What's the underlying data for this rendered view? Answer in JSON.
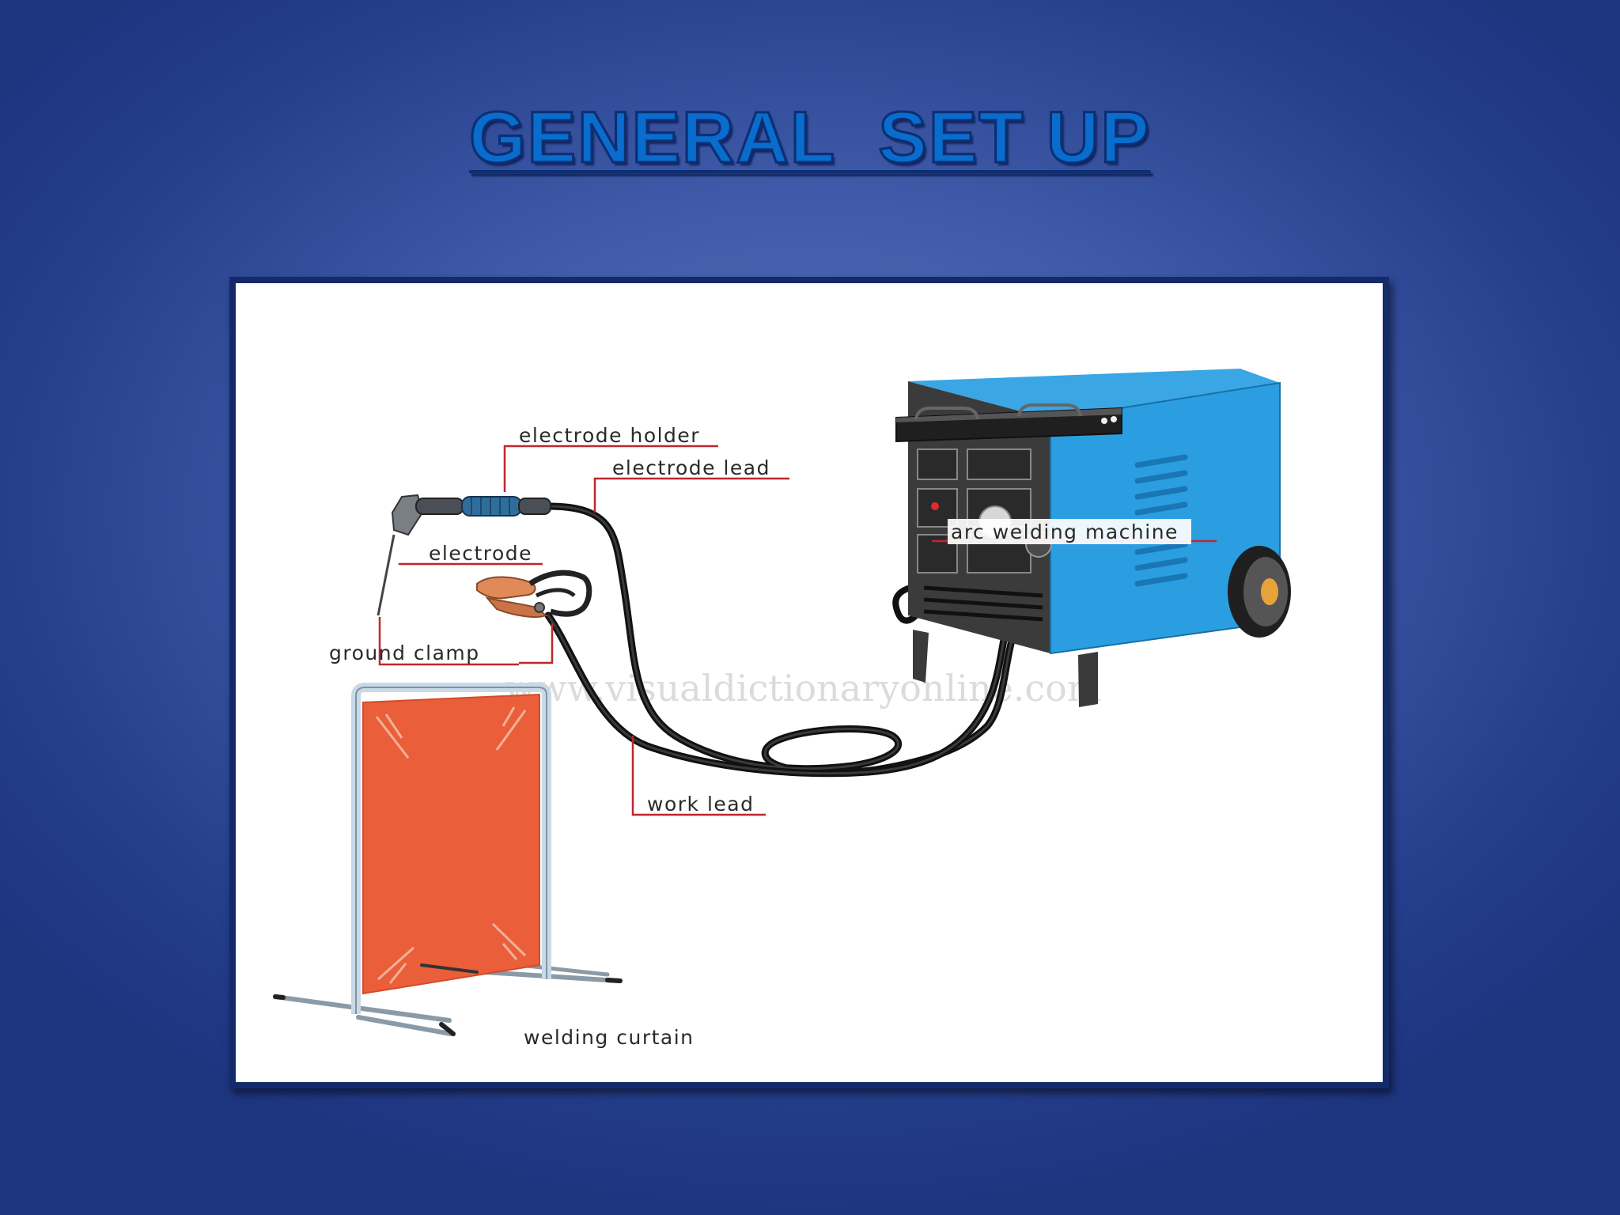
{
  "slide": {
    "title": "GENERAL  SET UP"
  },
  "diagram": {
    "labels": {
      "electrode_holder": "electrode holder",
      "electrode_lead": "electrode lead",
      "electrode": "electrode",
      "ground_clamp": "ground clamp",
      "arc_welding_machine": "arc welding machine",
      "work_lead": "work lead",
      "welding_curtain": "welding curtain"
    },
    "watermark": "www.visualdictionaryonline.com"
  },
  "colors": {
    "background": "#3f5aa8",
    "title_fill": "#0a6ccc",
    "title_outline": "#0b2f74",
    "callout_line": "#c0262e",
    "machine_body": "#2a9ee0",
    "machine_panel": "#3a3a3a",
    "curtain": "#ea5f3a"
  }
}
